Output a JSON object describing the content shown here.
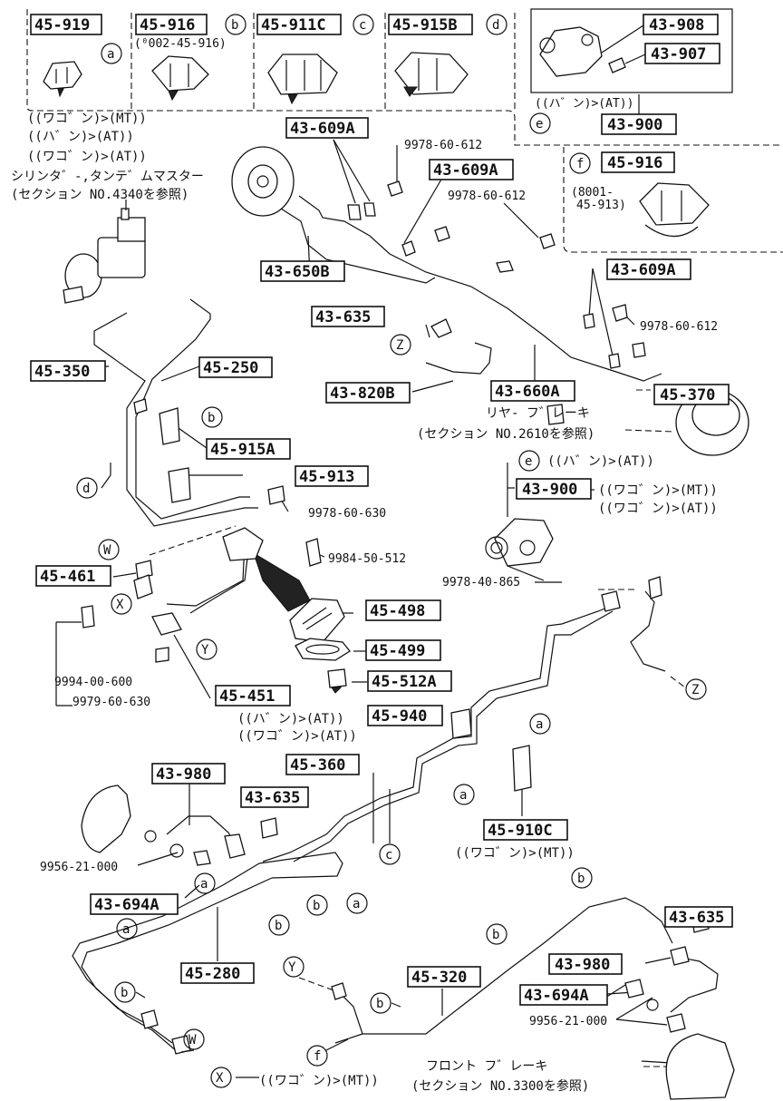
{
  "parts": {
    "p45919": "45-919",
    "p45916_top": "45-916",
    "p45911c": "45-911C",
    "p45915b": "45-915B",
    "p43908": "43-908",
    "p43907": "43-907",
    "p43900_top": "43-900",
    "p45916_f": "45-916",
    "p43609a_1": "43-609A",
    "p43609a_2": "43-609A",
    "p43609a_3": "43-609A",
    "p43650b": "43-650B",
    "p43635_1": "43-635",
    "p43820b": "43-820B",
    "p43660a": "43-660A",
    "p45350": "45-350",
    "p45250": "45-250",
    "p45915a": "45-915A",
    "p45913": "45-913",
    "p43900_e": "43-900",
    "p45370": "45-370",
    "p45461": "45-461",
    "p45498": "45-498",
    "p45499": "45-499",
    "p45512a": "45-512A",
    "p45451": "45-451",
    "p45940": "45-940",
    "p43980_1": "43-980",
    "p45360": "45-360",
    "p43635_2": "43-635",
    "p45910c": "45-910C",
    "p43694a_1": "43-694A",
    "p45280": "45-280",
    "p45320": "45-320",
    "p43635_3": "43-635",
    "p43980_2": "43-980",
    "p43694a_2": "43-694A"
  },
  "bolts": {
    "b9978_60_612_a": "9978-60-612",
    "b9978_60_612_b": "9978-60-612",
    "b9978_60_612_c": "9978-60-612",
    "b9978_60_630": "9978-60-630",
    "b9984_50_512": "9984-50-512",
    "b9978_40_865": "9978-40-865",
    "b9994_00_600": "9994-00-600",
    "b9979_60_630": "9979-60-630",
    "b9956_21_000_a": "9956-21-000",
    "b9956_21_000_b": "9956-21-000"
  },
  "circle_letters": {
    "a": "a",
    "b": "b",
    "c": "c",
    "d": "d",
    "e": "e",
    "f": "f",
    "W": "W",
    "X": "X",
    "Y": "Y",
    "Z": "Z"
  },
  "notes": {
    "ref_45916": "(⁰002-45-916)",
    "ref_8001": "(8001-",
    "ref_8001_2": "45-913)",
    "top_e_note": "((ハ゛ン)>(AT))",
    "left_note_1": "((ワコ゛ン)>(MT))",
    "left_note_2": "((ハ゛ン)>(AT))",
    "left_note_3": "((ワコ゛ン)>(AT))",
    "cyl_note_1": "シリンタ゛-,タンテ゛ムマスター",
    "cyl_note_2": "(セクション NO.4340を参照)",
    "rear_brake_1": "リヤ- フ゛レーキ",
    "rear_brake_2": "(セクション NO.2610を参照)",
    "e_note": "((ハ゛ン)>(AT))",
    "e900_note_1": "((ワコ゛ン)>(MT))",
    "e900_note_2": "((ワコ゛ン)>(AT))",
    "n45451_1": "((ハ゛ン)>(AT))",
    "n45451_2": "((ワコ゛ン)>(AT))",
    "n45910c": "((ワコ゛ン)>(MT))",
    "f_note": "((ワコ゛ン)>(MT))",
    "front_brake_1": "フロント フ゛レーキ",
    "front_brake_2": "(セクション NO.3300を参照)"
  }
}
